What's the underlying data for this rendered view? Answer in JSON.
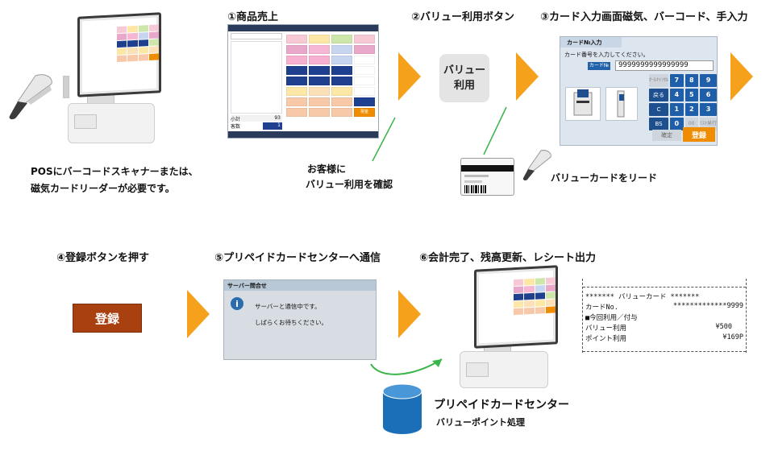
{
  "steps": {
    "step1": "①商品売上",
    "step2": "②バリュー利用ボタン",
    "step3": "③カード入力画面磁気、バーコード、手入力",
    "step4": "④登録ボタンを押す",
    "step5": "⑤プリペイドカードセンターへ通信",
    "step6": "⑥会計完了、残高更新、レシート出力"
  },
  "notes": {
    "requirement_line1": "POSにバーコードスキャナーまたは、",
    "requirement_line2": "磁気カードリーダーが必要です。",
    "confirm_line1": "お客様に",
    "confirm_line2": "バリュー利用を確認",
    "read_card": "バリューカードをリード"
  },
  "value_button": {
    "line1": "バリュー",
    "line2": "利用"
  },
  "card_input": {
    "title": "カード№入力",
    "message": "カード番号を入力してください。",
    "field_label": "カード№",
    "card_number": "9999999999999999",
    "keypad": [
      {
        "label": "ｵｰﾙｷｬﾝｾﾙ",
        "kind": "g"
      },
      {
        "label": "7",
        "kind": "n"
      },
      {
        "label": "8",
        "kind": "n"
      },
      {
        "label": "9",
        "kind": "n"
      },
      {
        "label": "戻る",
        "kind": "f"
      },
      {
        "label": "4",
        "kind": "n"
      },
      {
        "label": "5",
        "kind": "n"
      },
      {
        "label": "6",
        "kind": "n"
      },
      {
        "label": "C",
        "kind": "f"
      },
      {
        "label": "1",
        "kind": "n"
      },
      {
        "label": "2",
        "kind": "n"
      },
      {
        "label": "3",
        "kind": "n"
      },
      {
        "label": "BS",
        "kind": "f"
      },
      {
        "label": "0",
        "kind": "n"
      },
      {
        "label": "00",
        "kind": "g"
      },
      {
        "label": "ﾘｽﾄ発行",
        "kind": "g"
      }
    ],
    "confirm": "確定",
    "register": "登録"
  },
  "register_button": "登録",
  "server_dialog": {
    "title": "サーバー問合せ",
    "line1": "サーバーと通信中です。",
    "line2": "しばらくお待ちください。"
  },
  "receipt": {
    "header": "*******  バリューカード  *******",
    "card_label": "カードNo.",
    "card_value": "*************9999",
    "section": "■今回利用／付与",
    "value_label": "バリュー利用",
    "value_amount": "¥500",
    "point_label": "ポイント利用",
    "point_amount": "¥169P"
  },
  "center": {
    "title": "プリペイドカードセンター",
    "subtitle": "バリューポイント処理"
  },
  "colors": {
    "arrow": "#f5a11c",
    "flow_line": "#3ab54a",
    "register_button": "#a8400f",
    "database": "#1b6fb8"
  },
  "pos_sales_screen": {
    "subtotal_label": "小計",
    "subtotal_value": "93",
    "count_label": "客数",
    "count_value": "1",
    "settle": "現金"
  }
}
